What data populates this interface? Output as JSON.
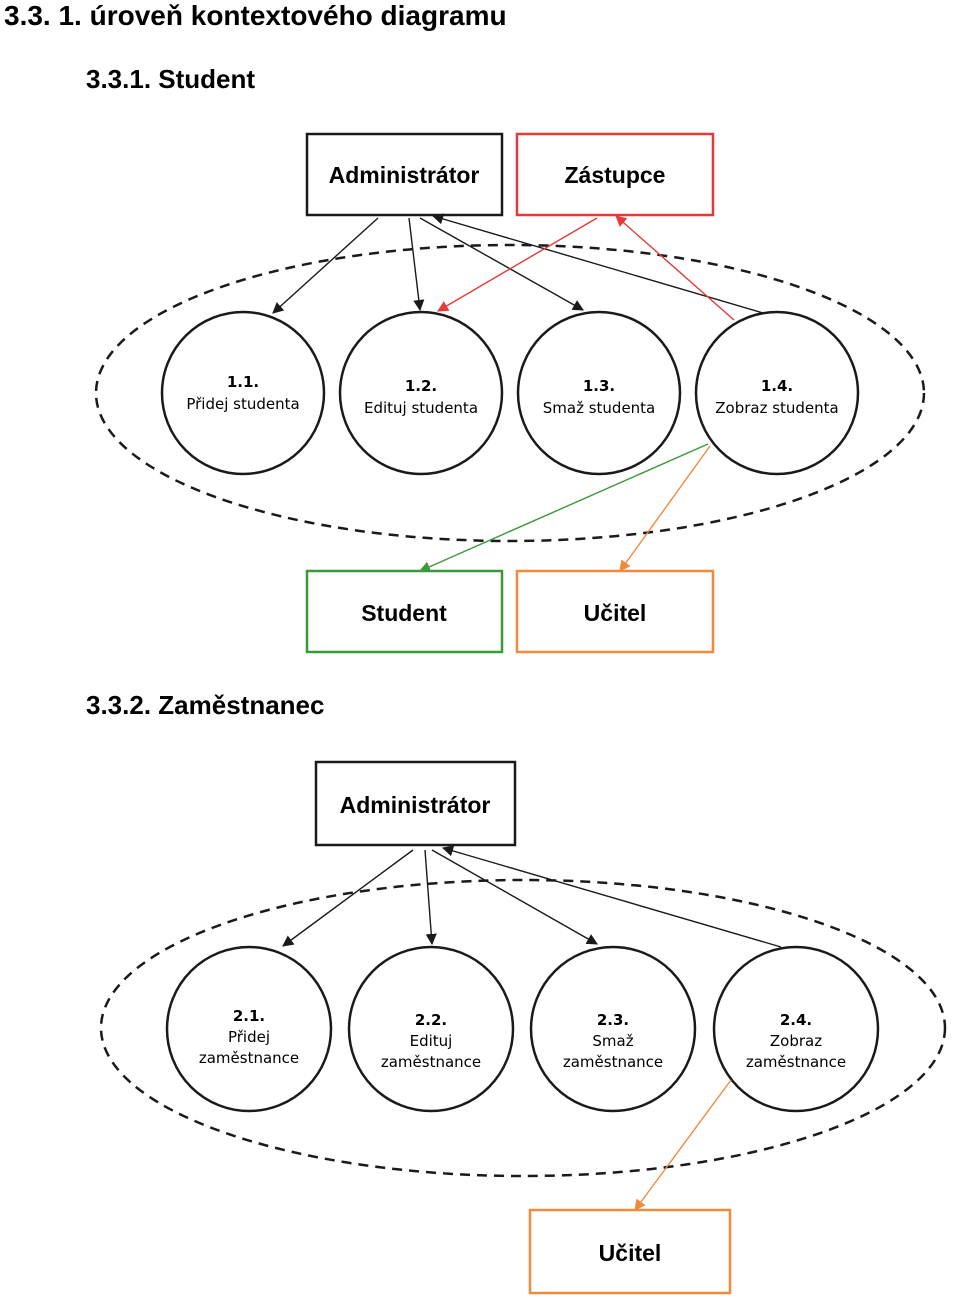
{
  "headings": {
    "main": "3.3. 1. úroveň kontextového diagramu",
    "student_section": "3.3.1. Student",
    "employee_section": "3.3.2. Zaměstnanec"
  },
  "colors": {
    "black": "#1a1a1a",
    "red": "#e53a3a",
    "green": "#3a9a3a",
    "orange": "#f08a3c"
  },
  "diagram_student": {
    "entities": {
      "administrator": "Administrátor",
      "zastupce": "Zástupce",
      "student": "Student",
      "ucitel": "Učitel"
    },
    "processes": [
      {
        "number": "1.1.",
        "lines": [
          "Přidej studenta"
        ]
      },
      {
        "number": "1.2.",
        "lines": [
          "Edituj studenta"
        ]
      },
      {
        "number": "1.3.",
        "lines": [
          "Smaž studenta"
        ]
      },
      {
        "number": "1.4.",
        "lines": [
          "Zobraz studenta"
        ]
      }
    ]
  },
  "diagram_employee": {
    "entities": {
      "administrator": "Administrátor",
      "ucitel": "Učitel"
    },
    "processes": [
      {
        "number": "2.1.",
        "lines": [
          "Přidej",
          "zaměstnance"
        ]
      },
      {
        "number": "2.2.",
        "lines": [
          "Edituj",
          "zaměstnance"
        ]
      },
      {
        "number": "2.3.",
        "lines": [
          "Smaž",
          "zaměstnance"
        ]
      },
      {
        "number": "2.4.",
        "lines": [
          "Zobraz",
          "zaměstnance"
        ]
      }
    ]
  }
}
